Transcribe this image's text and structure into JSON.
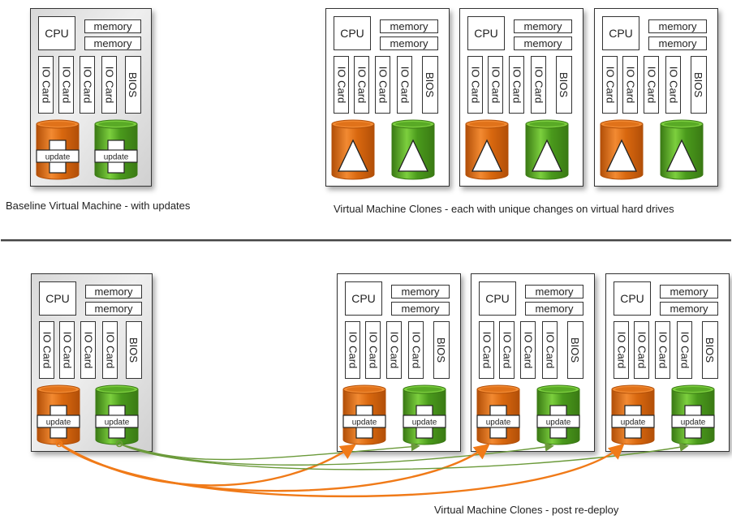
{
  "parts": {
    "cpu": "CPU",
    "memory": "memory",
    "io_card": "IO Card",
    "bios": "BIOS",
    "update": "update"
  },
  "colors": {
    "orange_disk": "#d9680f",
    "green_disk": "#4a9a1c",
    "orange_connector": "#f07a18",
    "green_connector": "#6b9a3a"
  },
  "sections": [
    {
      "label": "Baseline Virtual Machine - with updates",
      "kind": "baseline",
      "disk_marker": "update"
    },
    {
      "label": "Virtual Machine Clones - each with unique changes on virtual hard drives",
      "kind": "clone",
      "disk_marker": "triangle",
      "count": 3
    },
    {
      "label": "",
      "kind": "baseline",
      "disk_marker": "update"
    },
    {
      "label": "Virtual Machine Clones -  post re-deploy",
      "kind": "clone",
      "disk_marker": "update",
      "count": 3
    }
  ],
  "connectors": {
    "description": "Orange and green disks of the bottom baseline VM connect to the orange and green disks of each post re-deploy clone",
    "targets": 3
  }
}
